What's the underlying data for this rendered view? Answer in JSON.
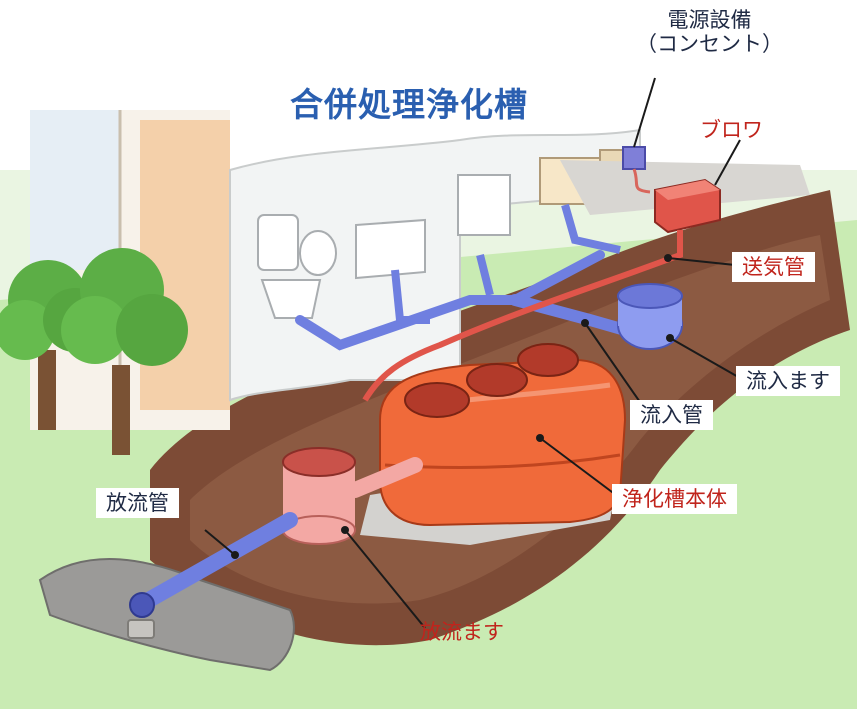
{
  "title": "合併処理浄化槽",
  "labels": {
    "power_supply_line1": "電源設備",
    "power_supply_line2": "（コンセント）",
    "blower": "ブロワ",
    "air_pipe": "送気管",
    "inflow_basin": "流入ます",
    "inflow_pipe": "流入管",
    "tank_body": "浄化槽本体",
    "discharge_pipe": "放流管",
    "discharge_basin": "放流ます"
  },
  "colors": {
    "title": "#2a5fb0",
    "pipe_blue": "#6f7fe0",
    "pipe_red": "#e0554a",
    "tank_orange": "#f06a3a",
    "soil": "#7a4a35",
    "grass": "#b8e0a0",
    "tree_green": "#5cae46"
  }
}
